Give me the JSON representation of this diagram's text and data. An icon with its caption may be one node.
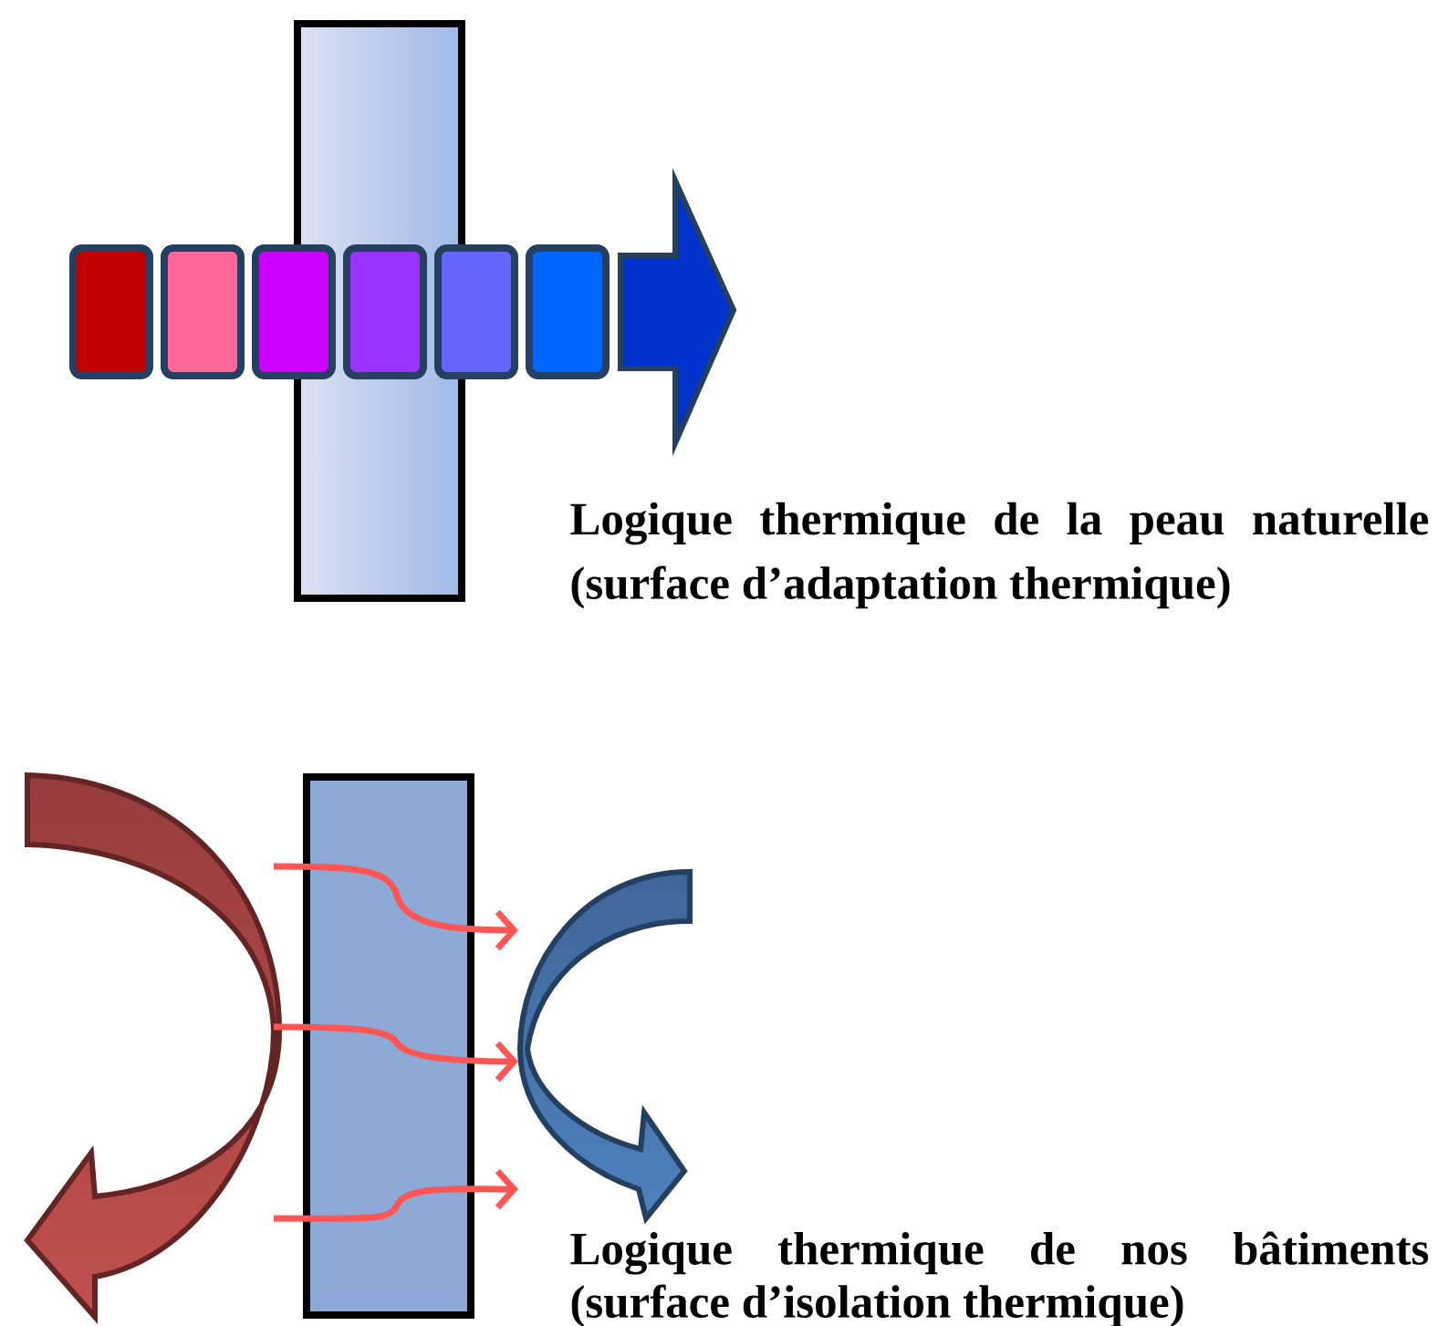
{
  "diagram": {
    "labels": [
      "Logique thermique de la peau naturelle",
      "(surface d’adaptation thermique)",
      "Logique thermique de nos bâtiments",
      "(surface d’isolation thermique)"
    ]
  }
}
